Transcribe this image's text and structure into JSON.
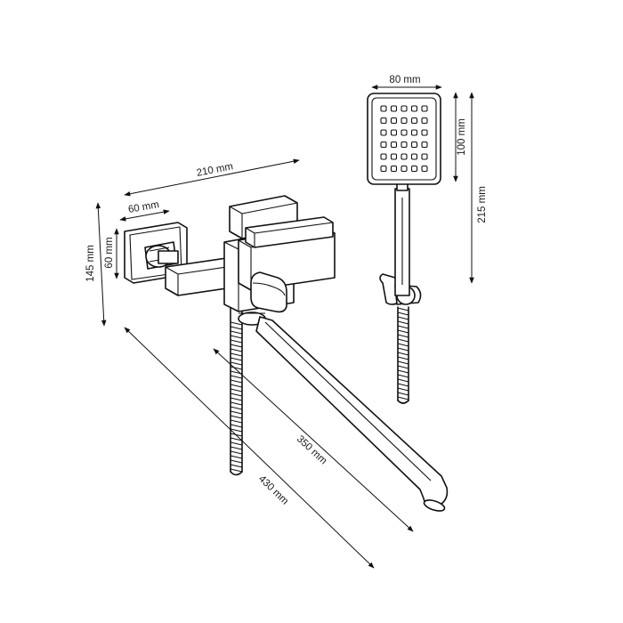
{
  "diagram": {
    "dimensions": {
      "showerhead_width": "80 mm",
      "showerhead_height": "100 mm",
      "shower_total_height": "215 mm",
      "body_width": "210 mm",
      "flange_width": "60 mm",
      "flange_height": "60 mm",
      "mixer_height": "145 mm",
      "spout_length": "350 mm",
      "total_length": "430 mm"
    }
  }
}
